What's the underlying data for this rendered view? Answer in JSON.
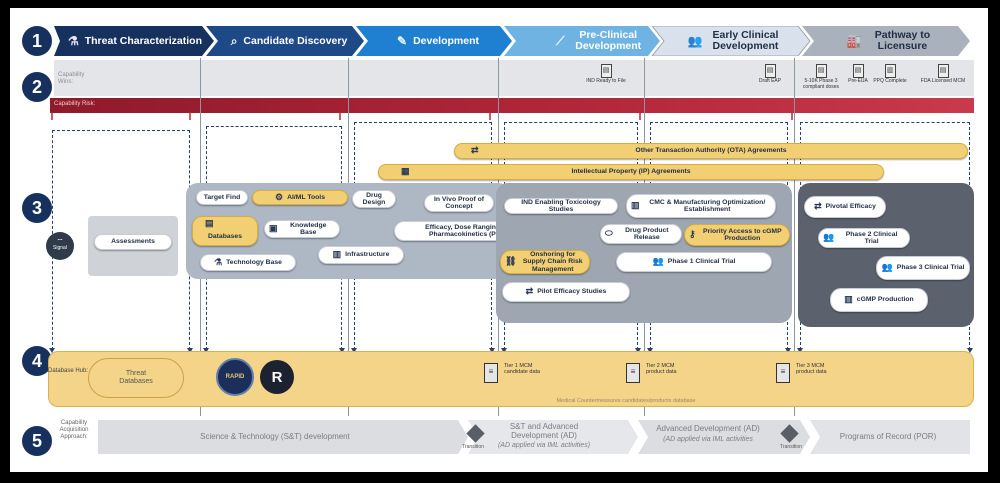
{
  "rows": {
    "numbers": [
      "1",
      "2",
      "3",
      "4",
      "5"
    ]
  },
  "phases": [
    {
      "label": "Threat Characterization",
      "color": "#17315e"
    },
    {
      "label": "Candidate Discovery",
      "color": "#1d4a87"
    },
    {
      "label": "Development",
      "color": "#1f7fd1"
    },
    {
      "label": "Pre-Clinical Development",
      "color": "#6fb3e3"
    },
    {
      "label": "Early Clinical Development",
      "color": "#d9e2ec"
    },
    {
      "label": "Pathway to Licensure",
      "color": "#a9b1bc"
    }
  ],
  "capability_wins": {
    "label": "Capability Wins:",
    "items": [
      "IND Ready to File",
      "Draft EAP",
      "5-10K Phase 3 compliant doses",
      "Pre-EUA",
      "PPQ Complete",
      "FDA Licensed MCM"
    ]
  },
  "capability_risk": {
    "label": "Capability Risk:"
  },
  "agreements": {
    "ota": "Other Transaction Authority (OTA) Agreements",
    "ip": "Intellectual Property (IP) Agreements"
  },
  "signal": {
    "label": "Signal"
  },
  "assessments": "Assessments",
  "discovery_items": {
    "target_find": "Target Find",
    "ai_ml": "AI/ML Tools",
    "drug_design": "Drug Design",
    "in_vivo": "In Vivo Proof of Concept",
    "databases": "Databases",
    "knowledge_base": "Knowledge Base",
    "efficacy_pk": "Efficacy, Dose Ranging & Pharmacokinetics (PK)",
    "technology_base": "Technology Base",
    "infrastructure": "Infrastructure"
  },
  "preclinical_items": {
    "ind_tox": "IND Enabling Toxicology Studies",
    "cmc": "CMC & Manufacturing Optimization/ Establishment",
    "drug_product": "Drug Product Release",
    "priority_access": "Priority Access to cGMP Production",
    "supply_chain": "Onshoring for Supply Chain Risk Management",
    "phase1": "Phase 1 Clinical Trial",
    "pilot_efficacy": "Pilot Efficacy Studies"
  },
  "licensure_items": {
    "pivotal": "Pivotal Efficacy",
    "phase2": "Phase 2 Clinical Trial",
    "phase3": "Phase 3 Clinical Trial",
    "cgmp": "cGMP Production"
  },
  "database_hub": {
    "label": "Database Hub:",
    "threat_db": "Threat Databases",
    "rapid_logo": "RAPID",
    "r_logo": "R",
    "tier1": "Tier 1 MCM candidate data",
    "tier2": "Tier 2 MCM product data",
    "tier3": "Tier 3 MCM product data",
    "footer": "Medical Countermeasures candidates/products database"
  },
  "acquisition": {
    "label": "Capability Acquisition Approach:",
    "st": "Science & Technology (S&T) development",
    "st_ad": "S&T and Advanced Development (AD)",
    "st_ad_sub": "(AD applied via IML activities)",
    "ad": "Advanced Development (AD)",
    "ad_sub": "(AD applied via IML activities",
    "por": "Programs of Record (POR)",
    "transition": "Transition"
  }
}
